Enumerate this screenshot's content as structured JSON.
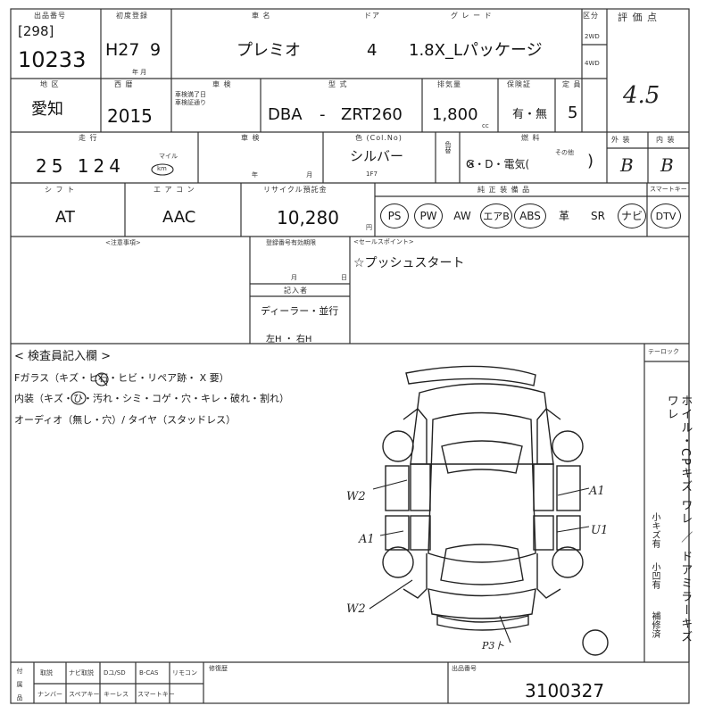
{
  "header": {
    "lot_label": "出品番号",
    "lot_code": "[298]",
    "lot_no": "10233",
    "reg_label": "初度登録",
    "reg_year": "H27",
    "reg_month": "9",
    "reg_sub": "年   月",
    "name_label": "車   名",
    "car_name": "プレミオ",
    "door_label": "ドア",
    "doors": "4",
    "grade_label": "グ レ ー ド",
    "grade": "1.8X_Lパッケージ",
    "drive_label": "区分",
    "drive_2wd": "2WD",
    "drive_4wd": "4WD",
    "score_label": "評 価 点",
    "score": "4.5"
  },
  "row2": {
    "area_label": "地 区",
    "area": "愛知",
    "year_label": "西 暦",
    "year": "2015",
    "inspection_label": "車 検",
    "inspection_sub": "車検満了日",
    "inspection_sub2": "車検証通り",
    "model_label": "型 式",
    "model_prefix": "DBA",
    "model_dash": "-",
    "model_code": "ZRT260",
    "cc_label": "排気量",
    "cc": "1,800",
    "cc_unit": "cc",
    "recycle_label": "保険証",
    "recycle_opt": "有・無",
    "capacity_label": "定 員",
    "capacity": "5"
  },
  "row3": {
    "mileage_label": "走  行",
    "mileage_sub": "km/マイル",
    "mileage": "25 124",
    "mileage_unit": "マイル",
    "mileage_km": "km",
    "shaken_label": "車 検",
    "shaken_sub": "年  月",
    "color_label": "色 (Col.No)",
    "color": "シルバー",
    "color_code": "1F7",
    "color_change": "色替",
    "fuel_label": "燃 料",
    "fuel_opts": "G・D・電気(",
    "fuel_other": "その他",
    "fuel_close": ")",
    "exterior_label": "外 装",
    "exterior": "B",
    "interior_label": "内 装",
    "interior": "B"
  },
  "row4": {
    "shift_label": "シ フ ト",
    "shift": "AT",
    "ac_label": "エ ア コ ン",
    "ac": "AAC",
    "recycle_fee_label": "リサイクル預託金",
    "recycle_fee": "10,280",
    "yen": "円",
    "equip_label": "純 正 装 備 品",
    "equip": [
      "PS",
      "PW",
      "AW",
      "エアB",
      "ABS",
      "革",
      "SR",
      "ナビ",
      "DTV"
    ],
    "equip_circled": [
      true,
      true,
      false,
      true,
      true,
      false,
      false,
      true,
      true
    ],
    "smart_label": "スマートキー"
  },
  "notes": {
    "caution_label": "<注意事項>",
    "record_label": "登録番号有効期限",
    "month_lbl": "月",
    "day_lbl": "日",
    "entry_label": "記入者",
    "entry_value": "ディーラー・並行",
    "lr_label": "左H ・ 右H",
    "sales_label": "<セールスポイント>",
    "sales_point": "☆プッシュスタート"
  },
  "inspector": {
    "title": "< 検査員記入欄 >",
    "line1": "Fガラス（キズ・ヒ石・ヒビ・リペア跡・ X 要）",
    "line2": "内装（キズ・ひ・汚れ・シミ・コゲ・穴・キレ・破れ・割れ）",
    "line3": "オーディオ（無し・穴）/ タイヤ（スタッドレス）",
    "right_small": "テーロック",
    "vertical": "ホイル・CPキズ ワレ ／ ドアミラーキズ ワレ",
    "side_notes": [
      "小キズ有",
      "小凹有",
      "補修済"
    ]
  },
  "marks": {
    "w2_a": "W2",
    "a1_a": "A1",
    "a1_b": "A1",
    "u1": "U1",
    "w2_b": "W2",
    "p3": "P3ト"
  },
  "footer": {
    "equip_labels": [
      "取説",
      "ナビ取説",
      "Dユ/SD",
      "B-CAS",
      "リモコン"
    ],
    "equip_labels2": [
      "ナンバー",
      "スペアキー",
      "キーレス",
      "スマートキー"
    ],
    "side_label": "付属品",
    "remarks_label": "修復歴",
    "doc_label": "出品番号",
    "doc_no": "3100327"
  }
}
